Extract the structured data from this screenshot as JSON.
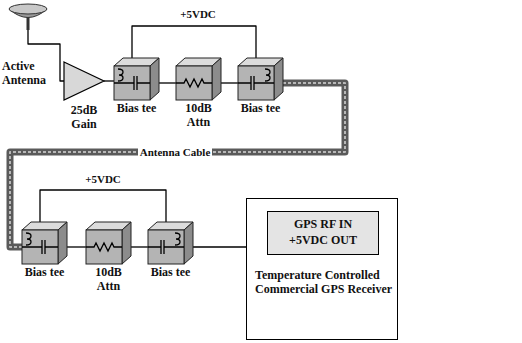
{
  "diagram": {
    "nodes": [
      {
        "text": [
          "Active Antenna"
        ]
      },
      {
        "text": [
          "25dB Gain"
        ]
      },
      {
        "text": [
          "Bias tee"
        ]
      },
      {
        "text": [
          "10dB Attn"
        ]
      },
      {
        "text": [
          "Bias tee"
        ]
      },
      {
        "text": [
          "Bias tee"
        ]
      },
      {
        "text": [
          "10dB Attn"
        ]
      },
      {
        "text": [
          "Bias tee"
        ]
      },
      {
        "text": [
          "Temperature Controlled Commercial GPS Receiver"
        ]
      },
      {
        "text": [
          "GPS RF IN",
          "+5VDC OUT"
        ],
        "in": 8
      }
    ],
    "edges": [
      {
        "from": 0,
        "to": 1,
        "arrow": "none"
      },
      {
        "from": 1,
        "to": 2,
        "arrow": "none"
      },
      {
        "from": 2,
        "to": 3,
        "arrow": "none"
      },
      {
        "from": 3,
        "to": 4,
        "arrow": "none"
      },
      {
        "from": 4,
        "to": 5,
        "label": "Antenna Cable",
        "arrow": "none"
      },
      {
        "from": 5,
        "to": 6,
        "arrow": "none"
      },
      {
        "from": 6,
        "to": 7,
        "arrow": "none"
      },
      {
        "from": 7,
        "to": 9,
        "arrow": "none"
      },
      {
        "from": 2,
        "to": 4,
        "label": "+5VDC",
        "arrow": "none"
      },
      {
        "from": 5,
        "to": 7,
        "label": "+5VDC",
        "arrow": "none"
      }
    ]
  }
}
